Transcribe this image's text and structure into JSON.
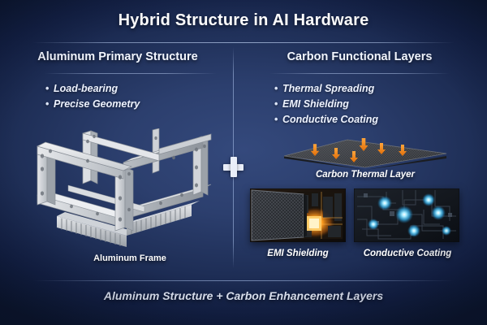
{
  "title": "Hybrid Structure in AI Hardware",
  "columns": {
    "left": {
      "heading": "Aluminum Primary Structure",
      "bullets": [
        "Load-bearing",
        "Precise Geometry"
      ],
      "bullet_marker": "•",
      "image_caption": "Aluminum Frame"
    },
    "right": {
      "heading": "Carbon Functional Layers",
      "bullets": [
        "Thermal Spreading",
        "EMI Shielding",
        "Conductive Coating"
      ],
      "bullet_marker": "•",
      "captions": {
        "thermal": "Carbon Thermal Layer",
        "emi": "EMI Shielding",
        "conductive": "Conductive Coating"
      }
    }
  },
  "divider": {
    "symbol": "+"
  },
  "footer": "Aluminum Structure + Carbon Enhancement Layers",
  "colors": {
    "background_outer": "#0d1b36",
    "background_center": "#34497c",
    "title_text": "#ffffff",
    "heading_text": "#f2f6ff",
    "bullet_text": "#eef3ff",
    "rule": "#b9cbf2",
    "plus_badge": "#e9eef9",
    "thermal_arrow": "#f28a14",
    "emi_glow": "#ff9a22",
    "conductive_glow": "#49c6f5",
    "aluminum": "#d7dade"
  }
}
